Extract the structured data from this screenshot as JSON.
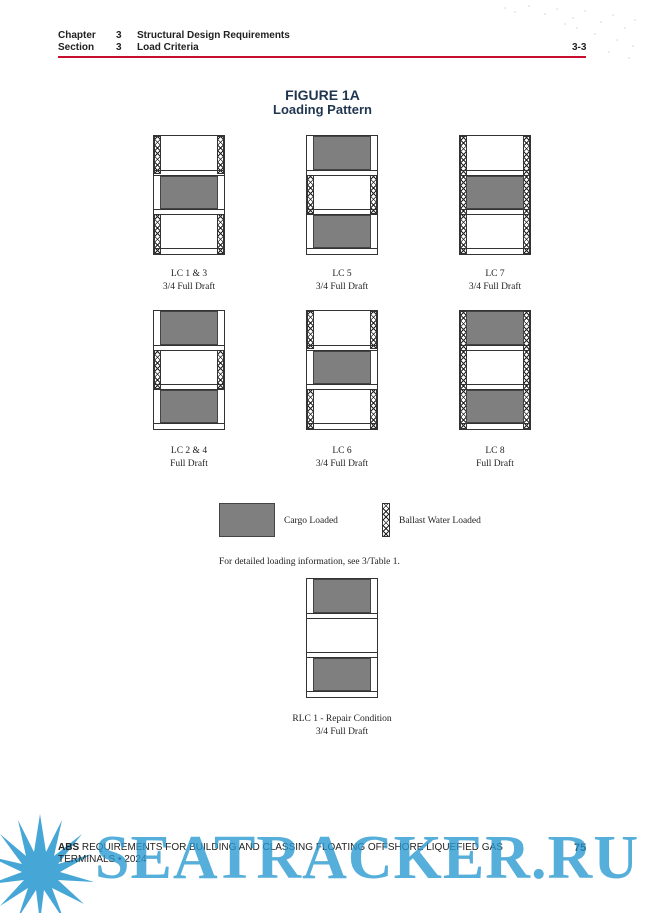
{
  "header": {
    "chapter_label": "Chapter",
    "chapter_num": "3",
    "chapter_title": "Structural Design Requirements",
    "section_label": "Section",
    "section_num": "3",
    "section_title": "Load Criteria",
    "page_ref": "3-3"
  },
  "figure": {
    "number": "FIGURE 1A",
    "title": "Loading Pattern"
  },
  "diagrams": [
    {
      "name": "LC 1 & 3",
      "draft": "3/4 Full Draft"
    },
    {
      "name": "LC 5",
      "draft": "3/4 Full Draft"
    },
    {
      "name": "LC 7",
      "draft": "3/4 Full Draft"
    },
    {
      "name": "LC 2 & 4",
      "draft": "Full Draft"
    },
    {
      "name": "LC 6",
      "draft": "3/4 Full Draft"
    },
    {
      "name": "LC 8",
      "draft": "Full Draft"
    },
    {
      "name": "RLC 1 - Repair Condition",
      "draft": "3/4 Full Draft"
    }
  ],
  "legend": {
    "cargo": "Cargo Loaded",
    "ballast": "Ballast Water Loaded"
  },
  "note": "For detailed loading information, see 3/Table 1.",
  "footer": {
    "line1_abs": "ABS",
    "line1_rest": " REQUIREMENTS FOR BUILDING AND CLASSING FLOATING OFFSHORE LIQUEFIED GAS",
    "line2": "TERMINALS • 2024",
    "page_number": "75"
  },
  "watermark": "SEATRACKER.RU",
  "colors": {
    "rule": "#c8102e",
    "title": "#1f3550",
    "cargo": "#7f7f7f",
    "watermark": "#2698d0"
  }
}
